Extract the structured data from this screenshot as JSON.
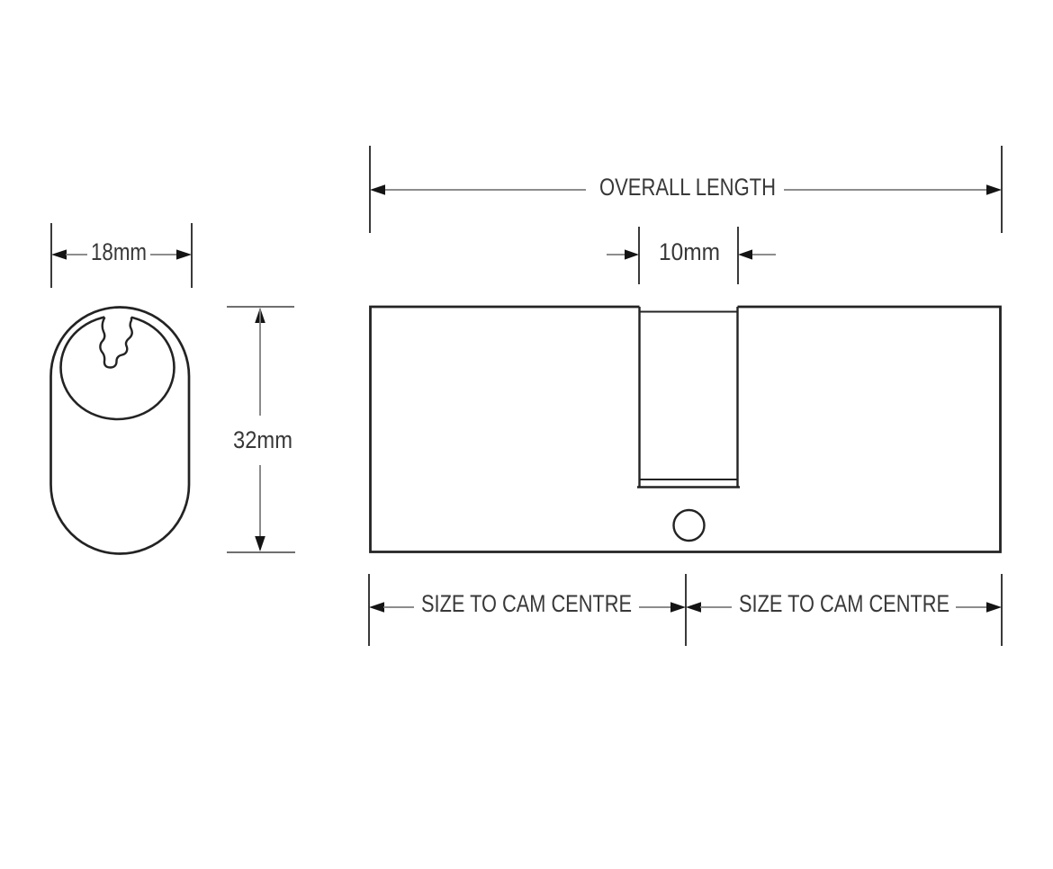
{
  "diagram": {
    "colors": {
      "background": "#ffffff",
      "outline": "#232323",
      "extension_line": "#3a3a3a",
      "dimension_line": "#7d7d7d",
      "arrowhead": "#141414",
      "label_text": "#383838"
    },
    "end_view": {
      "width_label": "18mm",
      "height_label": "32mm"
    },
    "side_view": {
      "overall_length_label": "OVERALL LENGTH",
      "cam_slot_width_label": "10mm",
      "size_to_cam_left_label": "SIZE TO CAM CENTRE",
      "size_to_cam_right_label": "SIZE TO CAM CENTRE"
    }
  }
}
